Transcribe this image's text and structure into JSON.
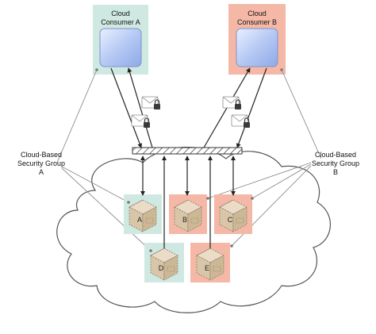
{
  "consumers": {
    "a": {
      "line1": "Cloud",
      "line2": "Consumer A",
      "color": "#cfe9e2"
    },
    "b": {
      "line1": "Cloud",
      "line2": "Consumer B",
      "color": "#f6b8a6"
    }
  },
  "security_groups": {
    "a": {
      "line1": "Cloud-Based",
      "line2": "Security Group",
      "line3": "A",
      "color": "#cfe9e2"
    },
    "b": {
      "line1": "Cloud-Based",
      "line2": "Security Group",
      "line3": "B",
      "color": "#f6b8a6"
    }
  },
  "servers": {
    "a": {
      "label": "A",
      "group": "a"
    },
    "b": {
      "label": "B",
      "group": "b"
    },
    "c": {
      "label": "C",
      "group": "b"
    },
    "d": {
      "label": "D",
      "group": "a"
    },
    "e": {
      "label": "E",
      "group": "b"
    }
  },
  "icons": {
    "server": "virtual-server-cube-icon",
    "message": "envelope-lock-icon",
    "firewall": "hatched-bar-icon"
  }
}
